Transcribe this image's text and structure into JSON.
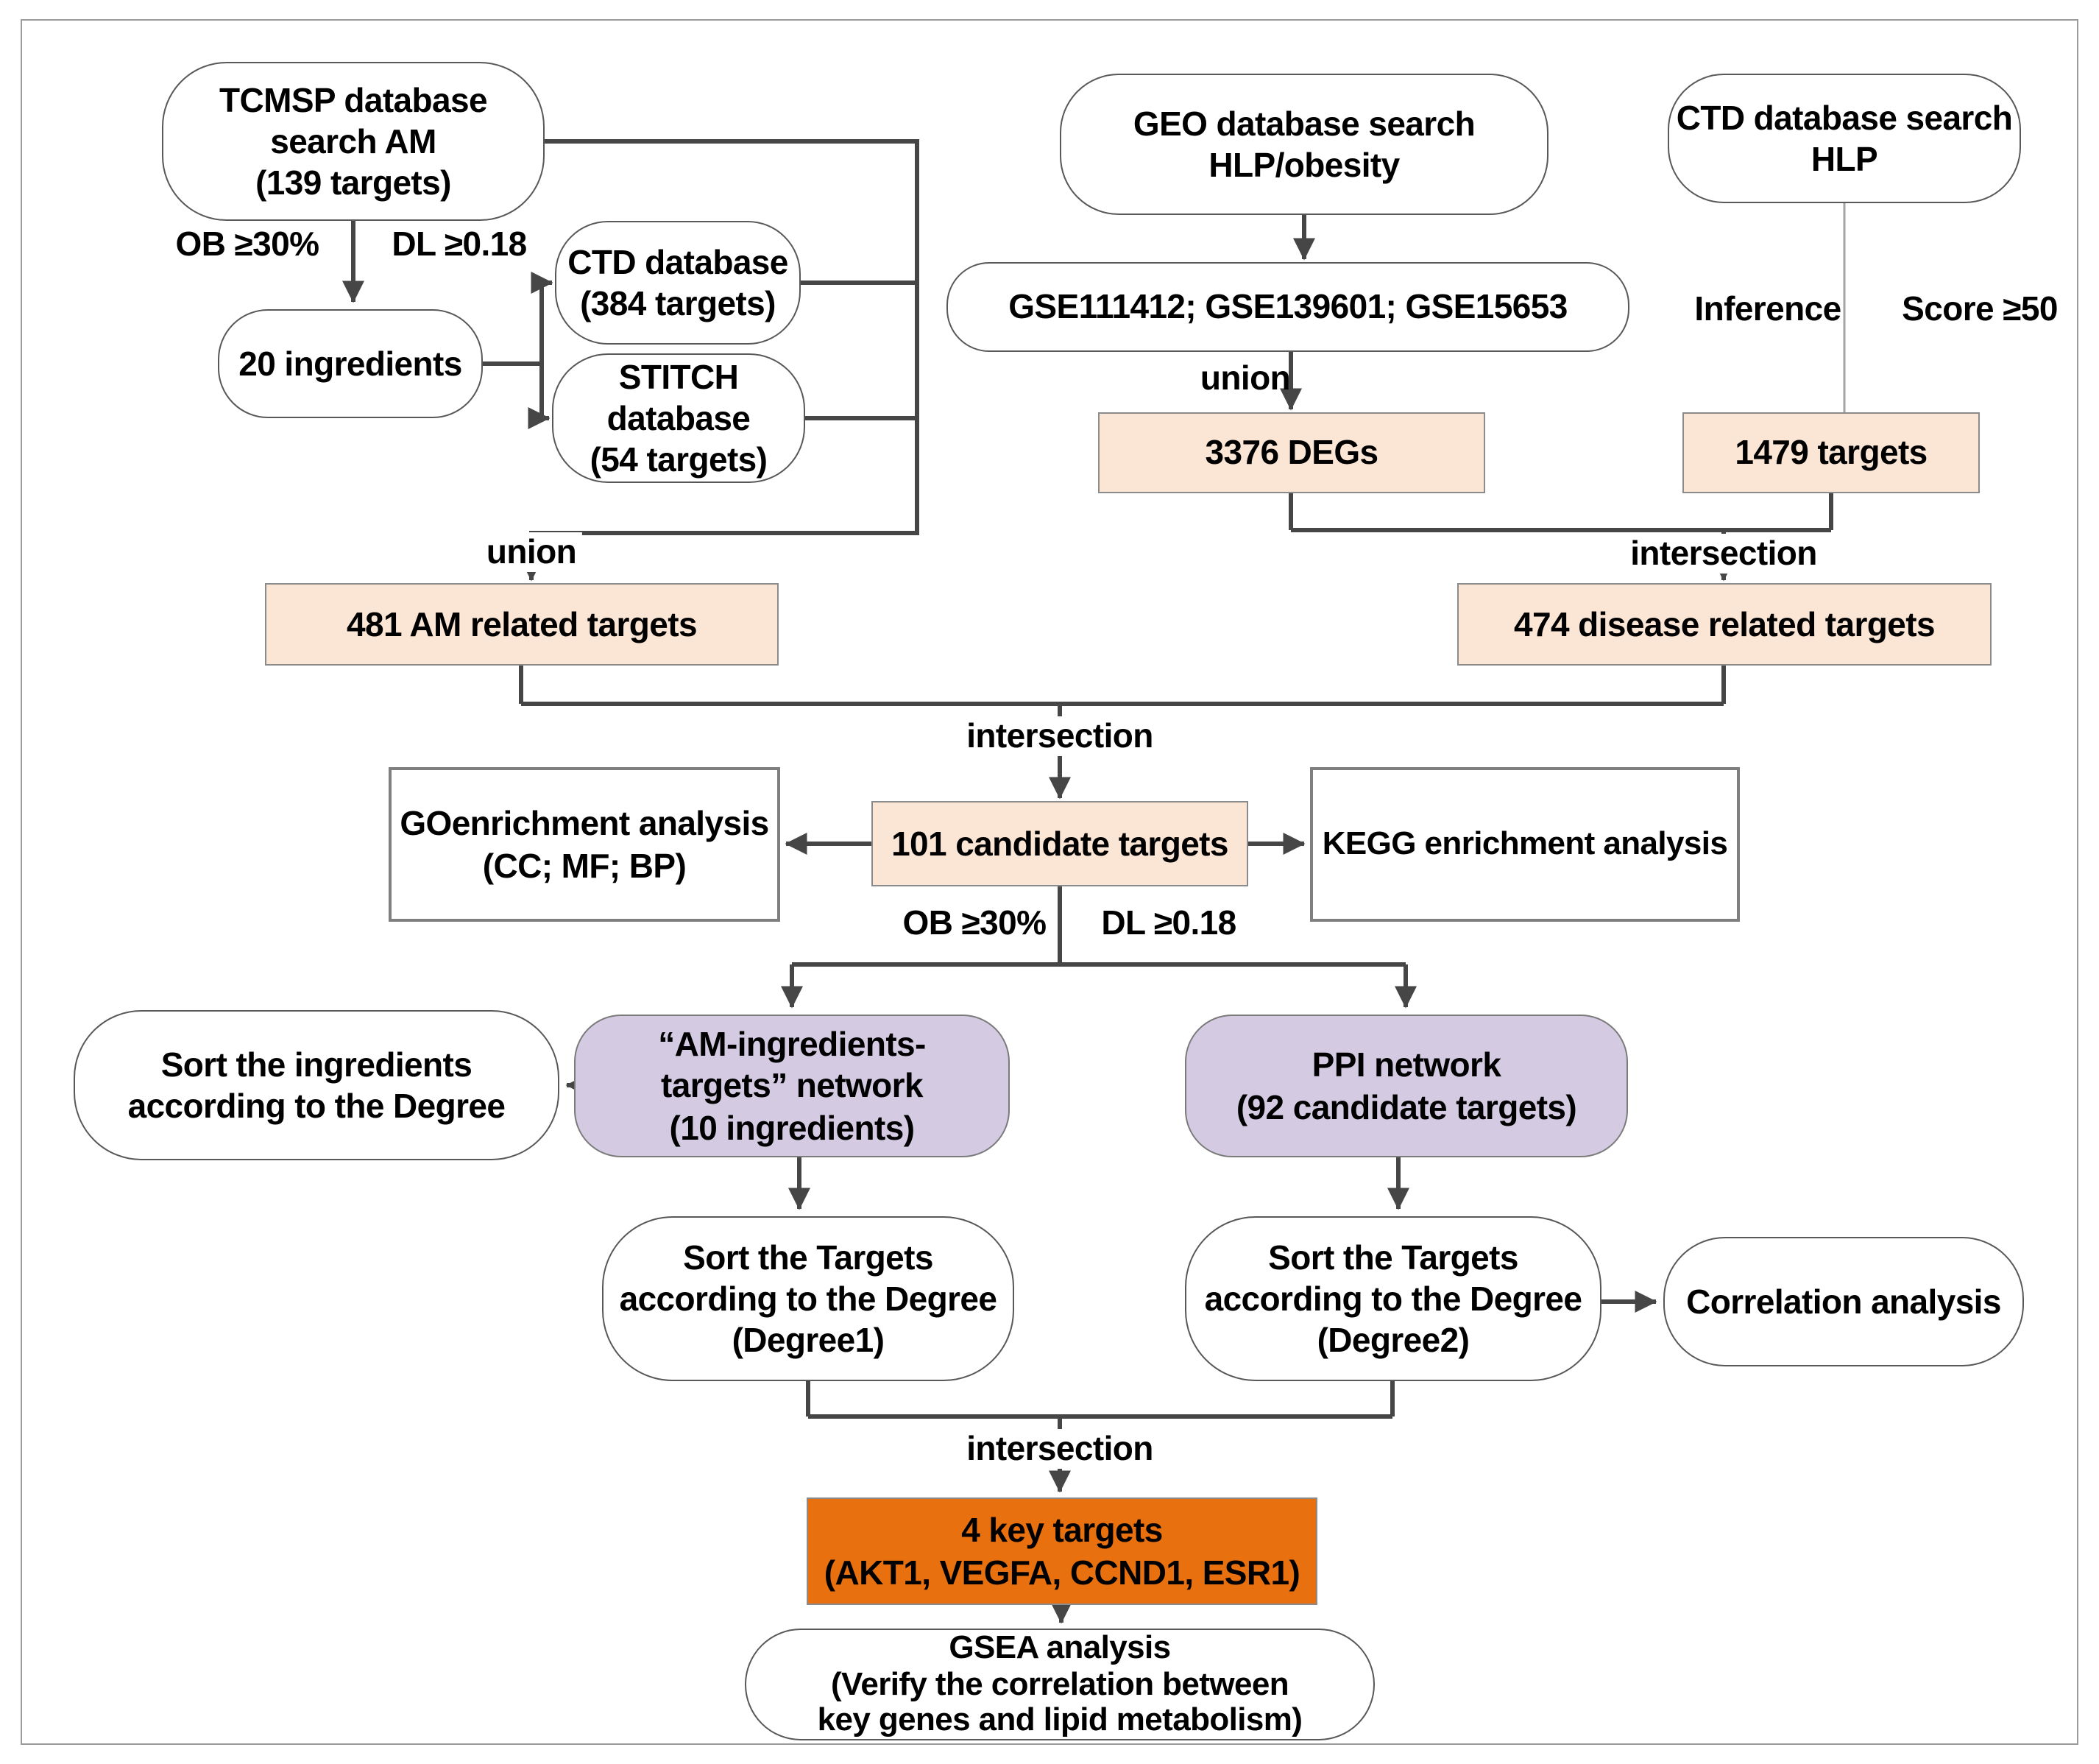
{
  "diagram": {
    "nodes": {
      "tcmsp": "TCMSP database\nsearch AM\n(139 targets)",
      "geo": "GEO database search\nHLP/obesity",
      "ctd_search": "CTD database search\nHLP",
      "ingredients": "20 ingredients",
      "ctd_db": "CTD database\n(384 targets)",
      "stitch_db": "STITCH database\n(54 targets)",
      "gse": "GSE111412; GSE139601; GSE15653",
      "degs": "3376 DEGs",
      "targets_1479": "1479 targets",
      "am_related": "481 AM related targets",
      "disease_related": "474 disease related targets",
      "candidates": "101 candidate targets",
      "go": "GOenrichment analysis\n(CC; MF; BP)",
      "kegg": "KEGG enrichment analysis",
      "am_network": "“AM-ingredients-\ntargets” network\n(10 ingredients)",
      "ppi_network": "PPI network\n(92 candidate targets)",
      "sort_ingredients": "Sort the ingredients\naccording to the Degree",
      "sort_targets_1": "Sort the Targets\naccording to the Degree\n(Degree1)",
      "sort_targets_2": "Sort the Targets\naccording to the Degree\n(Degree2)",
      "correlation": "Correlation analysis",
      "key_targets": "4 key targets\n(AKT1, VEGFA, CCND1, ESR1)",
      "gsea": "GSEA analysis\n(Verify the correlation between\nkey genes and lipid metabolism)"
    },
    "edge_labels": {
      "ob_filter": "OB ≥30%",
      "dl_filter": "DL ≥0.18",
      "union_am": "union",
      "union_geo": "union",
      "inference": "Inference",
      "score": "Score ≥50",
      "intersection_disease": "intersection",
      "intersection_candidates": "intersection",
      "ob_filter2": "OB ≥30%",
      "dl_filter2": "DL ≥0.18",
      "intersection_key": "intersection"
    },
    "colors": {
      "peach": "#fbe5d5",
      "purple": "#d4cbe3",
      "orange": "#e8700e",
      "line": "#464646"
    }
  }
}
